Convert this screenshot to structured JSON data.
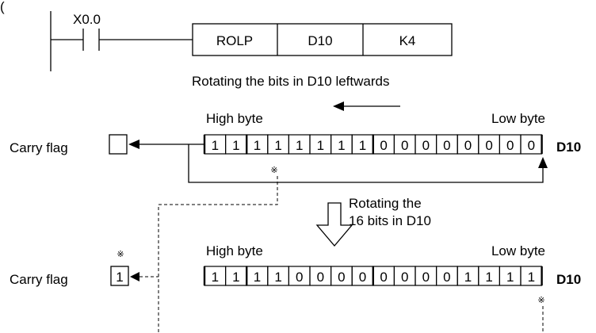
{
  "top_caption": "(",
  "ladder": {
    "contact_label": "X0.0",
    "instruction": "ROLP",
    "operand_d": "D10",
    "operand_k": "K4"
  },
  "rotate_caption": "Rotating the bits in D10 leftwards",
  "middle_caption_line1": "Rotating the",
  "middle_caption_line2": "16 bits in D10",
  "before": {
    "high_byte_label": "High byte",
    "low_byte_label": "Low byte",
    "carry_label": "Carry flag",
    "carry_value": "",
    "register_label": "D10",
    "bits": [
      "1",
      "1",
      "1",
      "1",
      "1",
      "1",
      "1",
      "1",
      "0",
      "0",
      "0",
      "0",
      "0",
      "0",
      "0",
      "0"
    ]
  },
  "after": {
    "high_byte_label": "High byte",
    "low_byte_label": "Low byte",
    "carry_label": "Carry flag",
    "carry_value": "1",
    "register_label": "D10",
    "bits": [
      "1",
      "1",
      "1",
      "1",
      "0",
      "0",
      "0",
      "0",
      "0",
      "0",
      "0",
      "0",
      "1",
      "1",
      "1",
      "1"
    ]
  },
  "marker_symbol": "※"
}
